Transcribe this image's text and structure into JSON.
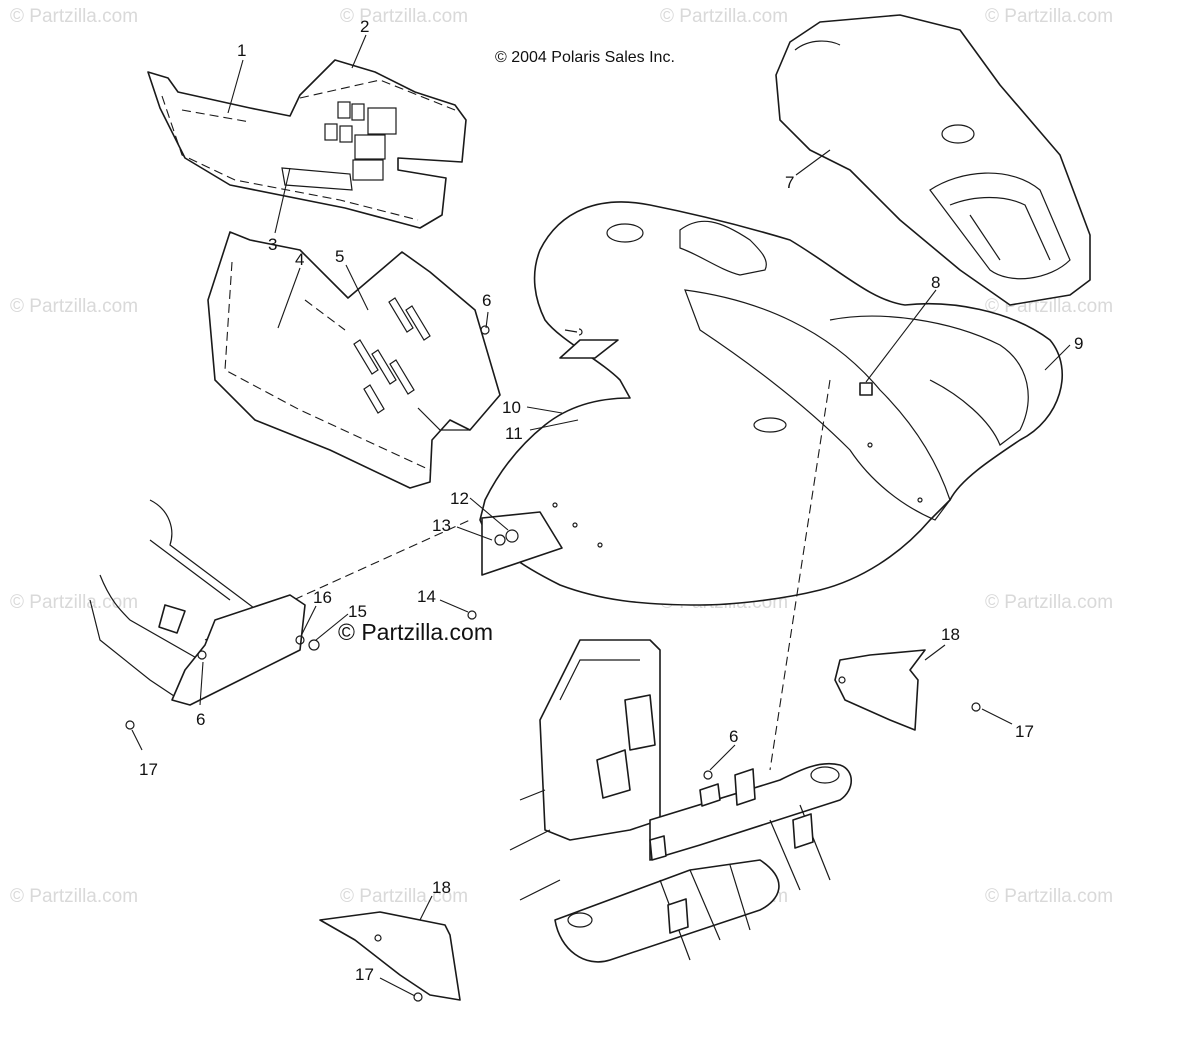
{
  "copyright": "© 2004 Polaris Sales Inc.",
  "watermark": "© Partzilla.com",
  "watermark_center": "© Partzilla.com",
  "callouts": {
    "c1": "1",
    "c2": "2",
    "c3": "3",
    "c4": "4",
    "c5": "5",
    "c6a": "6",
    "c6b": "6",
    "c6c": "6",
    "c7": "7",
    "c8": "8",
    "c9": "9",
    "c10": "10",
    "c11": "11",
    "c12": "12",
    "c13": "13",
    "c14": "14",
    "c15": "15",
    "c16": "16",
    "c17a": "17",
    "c17b": "17",
    "c17c": "17",
    "c18a": "18",
    "c18b": "18"
  }
}
